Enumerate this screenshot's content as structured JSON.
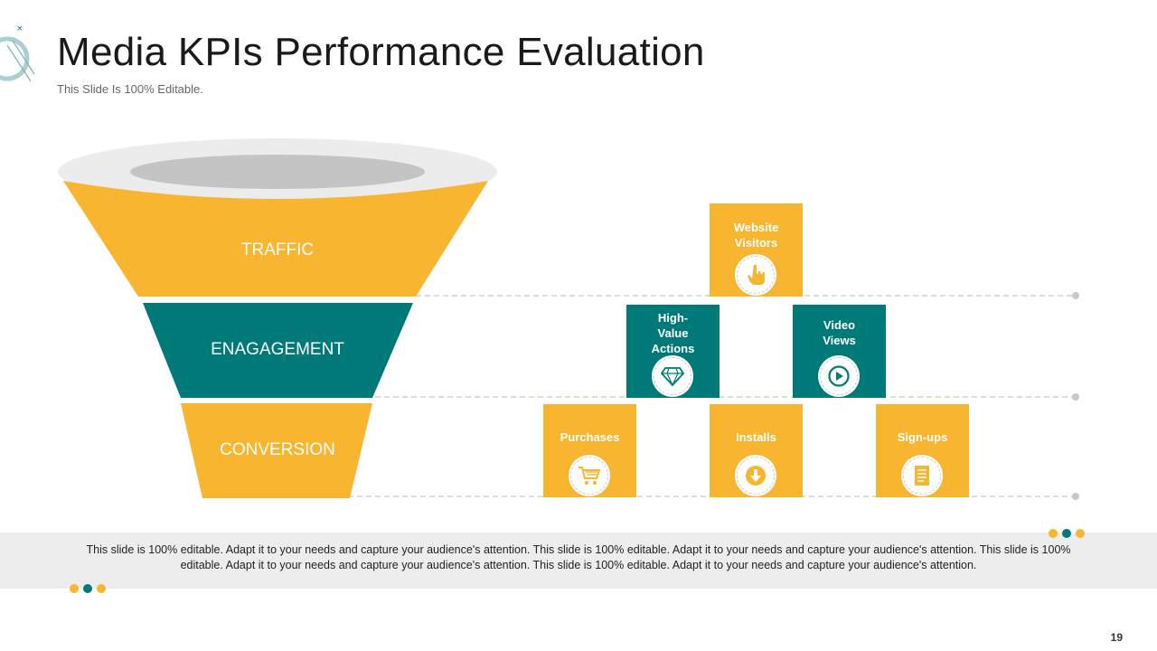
{
  "slide": {
    "title": "Media KPIs Performance Evaluation",
    "subtitle": "This Slide Is 100% Editable.",
    "page_number": "19"
  },
  "colors": {
    "accent_yellow": "#f7b530",
    "accent_teal": "#007a78",
    "band_gray": "#ededed"
  },
  "funnel": {
    "stages": [
      {
        "label": "TRAFFIC",
        "color": "#f7b530"
      },
      {
        "label": "ENAGAGEMENT",
        "color": "#007a78"
      },
      {
        "label": "CONVERSION",
        "color": "#f7b530"
      }
    ]
  },
  "kpis": {
    "website_visitors": {
      "label": "Website Visitors",
      "icon": "hand-pointer-icon"
    },
    "high_value_actions": {
      "label": "High- Value Actions",
      "icon": "diamond-icon"
    },
    "video_views": {
      "label": "Video Views",
      "icon": "play-icon"
    },
    "purchases": {
      "label": "Purchases",
      "icon": "shopping-cart-icon"
    },
    "installs": {
      "label": "Installs",
      "icon": "download-icon"
    },
    "signups": {
      "label": "Sign-ups",
      "icon": "form-document-icon"
    }
  },
  "footer": {
    "text": "This slide is 100% editable. Adapt it to your needs and capture your audience's attention. This slide is 100% editable. Adapt it to your needs and capture your audience's attention. This slide is 100% editable. Adapt it to your needs and capture your audience's attention. This slide is 100% editable. Adapt it to your needs and capture your audience's attention."
  }
}
